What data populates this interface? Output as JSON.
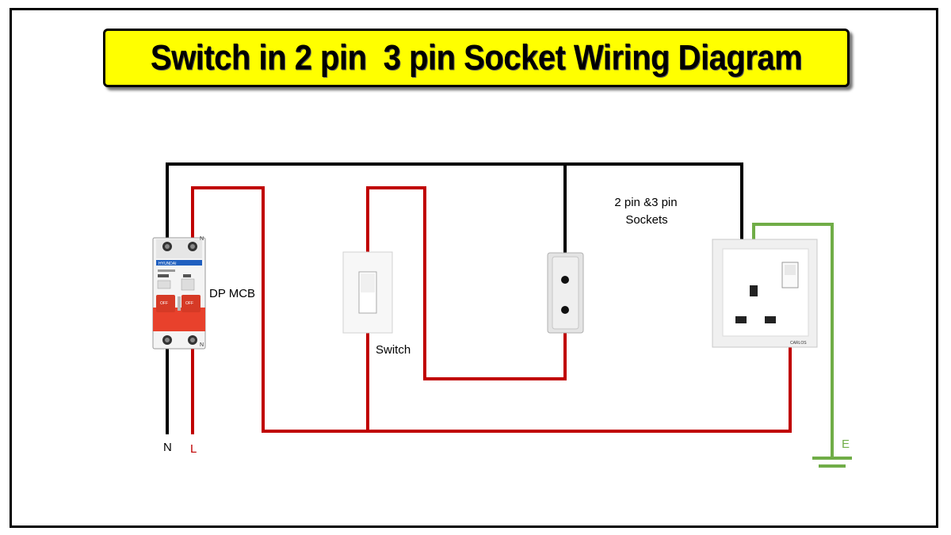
{
  "title": "Switch in 2 pin  3 pin Socket Wiring Diagram",
  "labels": {
    "mcb": "DP MCB",
    "switch": "Switch",
    "sockets_line1": "2 pin &3 pin",
    "sockets_line2": "Sockets",
    "neutral": "N",
    "live": "L",
    "earth": "E"
  },
  "mcb_device": {
    "brand": "HYUNDAI",
    "terminal_top": "N",
    "terminal_bottom": "N",
    "handle_left": "OFF",
    "handle_right": "OFF"
  },
  "socket_brand": "CARLOS",
  "colors": {
    "neutral_wire": "#000000",
    "live_wire": "#c00000",
    "earth_wire": "#70ad47",
    "banner": "#ffff00",
    "mcb_handle": "#e8412c"
  }
}
